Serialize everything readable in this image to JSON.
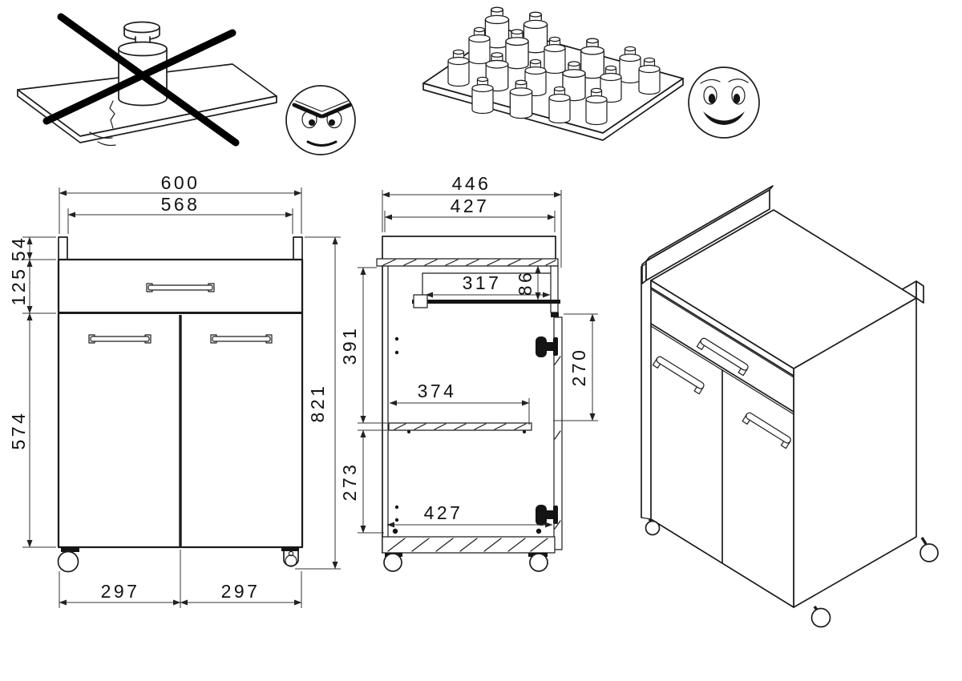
{
  "pictograms": {
    "wrong": {
      "icon": "single-heavy-load-crossed-out-icon",
      "face": "angry-face-icon"
    },
    "right": {
      "icon": "distributed-small-loads-icon",
      "face": "happy-face-icon"
    }
  },
  "front_view": {
    "labels": {
      "overall_width": "600",
      "inner_width": "568",
      "top_rail_height": "54",
      "drawer_front_height": "125",
      "door_height": "574",
      "overall_height": "821",
      "left_door_width": "297",
      "right_door_width": "297"
    }
  },
  "side_view": {
    "labels": {
      "overall_depth": "446",
      "inner_depth": "427",
      "drawer_inner_depth": "317",
      "drawer_inner_height": "86",
      "upper_compartment_height": "391",
      "door_top_to_shelf": "270",
      "shelf_depth": "374",
      "lower_compartment_height": "273",
      "bottom_inner_depth": "427"
    }
  }
}
